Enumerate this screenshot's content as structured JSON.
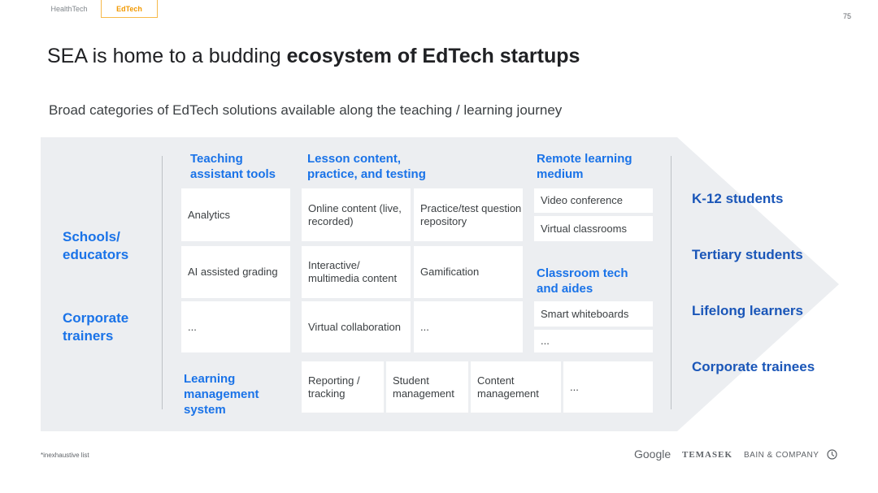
{
  "tabs": [
    {
      "label": "HealthTech",
      "active": false
    },
    {
      "label": "EdTech",
      "active": true
    }
  ],
  "page_number": "75",
  "title": {
    "regular": "SEA is home to a budding ",
    "bold": "ecosystem of EdTech startups"
  },
  "subtitle": "Broad categories of EdTech solutions available along the teaching / learning journey",
  "providers": [
    "Schools/ educators",
    "Corporate trainers"
  ],
  "categories": {
    "teaching_assistant": {
      "heading": "Teaching assistant tools",
      "items": [
        "Analytics",
        "AI assisted grading",
        "..."
      ]
    },
    "lesson_content": {
      "heading": "Lesson content, practice, and testing",
      "items": [
        "Online content (live, recorded)",
        "Practice/test question repository",
        "Interactive/ multimedia content",
        "Gamification",
        "Virtual collaboration",
        "..."
      ]
    },
    "remote_learning": {
      "heading": "Remote learning medium",
      "items": [
        "Video conference",
        "Virtual classrooms"
      ]
    },
    "classroom_tech": {
      "heading": "Classroom tech and aides",
      "items": [
        "Smart whiteboards",
        "..."
      ]
    },
    "lms": {
      "heading": "Learning management system",
      "items": [
        "Reporting / tracking",
        "Student management",
        "Content management",
        "..."
      ]
    }
  },
  "audiences": [
    "K-12 students",
    "Tertiary students",
    "Lifelong learners",
    "Corporate trainees"
  ],
  "footnote": "*inexhaustive list",
  "logos": [
    "Google",
    "TEMASEK",
    "BAIN & COMPANY"
  ],
  "colors": {
    "accent_blue": "#1a73e8",
    "audience_blue": "#1a56b8",
    "chevron_bg": "#eceef1",
    "tab_orange": "#f29900"
  }
}
